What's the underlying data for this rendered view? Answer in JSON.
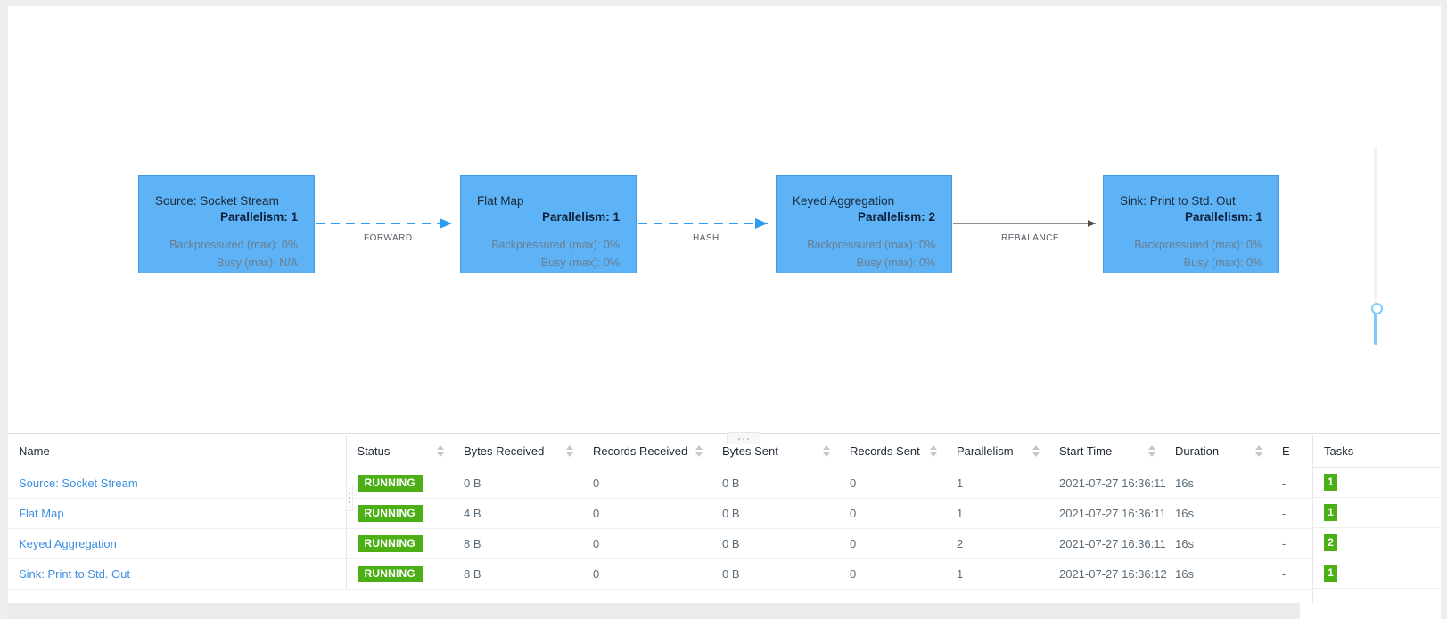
{
  "graph": {
    "nodes": [
      {
        "id": "source",
        "title": "Source: Socket Stream",
        "parallelism": "Parallelism: 1",
        "backpressure": "Backpressured (max): 0%",
        "busy": "Busy (max): N/A"
      },
      {
        "id": "flatmap",
        "title": "Flat Map",
        "parallelism": "Parallelism: 1",
        "backpressure": "Backpressured (max): 0%",
        "busy": "Busy (max): 0%"
      },
      {
        "id": "keyed",
        "title": "Keyed Aggregation",
        "parallelism": "Parallelism: 2",
        "backpressure": "Backpressured (max): 0%",
        "busy": "Busy (max): 0%"
      },
      {
        "id": "sink",
        "title": "Sink: Print to Std. Out",
        "parallelism": "Parallelism: 1",
        "backpressure": "Backpressured (max): 0%",
        "busy": "Busy (max): 0%"
      }
    ],
    "edges": [
      {
        "id": "e1",
        "label": "FORWARD",
        "style": "dashed",
        "color": "#2e9cf0"
      },
      {
        "id": "e2",
        "label": "HASH",
        "style": "dashed",
        "color": "#2e9cf0"
      },
      {
        "id": "e3",
        "label": "REBALANCE",
        "style": "solid",
        "color": "#555555"
      }
    ],
    "node_color": "#5db3f6",
    "node_border": "#3e9ae4"
  },
  "zoom_slider": {
    "name": "zoom-slider"
  },
  "splitter": {
    "name": "panel-splitter"
  },
  "table": {
    "columns": [
      {
        "key": "name",
        "label": "Name",
        "sortable": false
      },
      {
        "key": "status",
        "label": "Status",
        "sortable": true
      },
      {
        "key": "bytes_received",
        "label": "Bytes Received",
        "sortable": true
      },
      {
        "key": "records_received",
        "label": "Records Received",
        "sortable": true
      },
      {
        "key": "bytes_sent",
        "label": "Bytes Sent",
        "sortable": true
      },
      {
        "key": "records_sent",
        "label": "Records Sent",
        "sortable": true
      },
      {
        "key": "parallelism",
        "label": "Parallelism",
        "sortable": true
      },
      {
        "key": "start_time",
        "label": "Start Time",
        "sortable": true
      },
      {
        "key": "duration",
        "label": "Duration",
        "sortable": true
      },
      {
        "key": "end_time",
        "label": "E",
        "sortable": false
      },
      {
        "key": "tasks",
        "label": "Tasks",
        "sortable": false
      }
    ],
    "rows": [
      {
        "name": "Source: Socket Stream",
        "status": "RUNNING",
        "bytes_received": "0 B",
        "records_received": "0",
        "bytes_sent": "0 B",
        "records_sent": "0",
        "parallelism": "1",
        "start_time": "2021-07-27 16:36:11",
        "duration": "16s",
        "end_time": "-",
        "tasks": "1"
      },
      {
        "name": "Flat Map",
        "status": "RUNNING",
        "bytes_received": "4 B",
        "records_received": "0",
        "bytes_sent": "0 B",
        "records_sent": "0",
        "parallelism": "1",
        "start_time": "2021-07-27 16:36:11",
        "duration": "16s",
        "end_time": "-",
        "tasks": "1"
      },
      {
        "name": "Keyed Aggregation",
        "status": "RUNNING",
        "bytes_received": "8 B",
        "records_received": "0",
        "bytes_sent": "0 B",
        "records_sent": "0",
        "parallelism": "2",
        "start_time": "2021-07-27 16:36:11",
        "duration": "16s",
        "end_time": "-",
        "tasks": "2"
      },
      {
        "name": "Sink: Print to Std. Out",
        "status": "RUNNING",
        "bytes_received": "8 B",
        "records_received": "0",
        "bytes_sent": "0 B",
        "records_sent": "0",
        "parallelism": "1",
        "start_time": "2021-07-27 16:36:12",
        "duration": "16s",
        "end_time": "-",
        "tasks": "1"
      }
    ],
    "tasks_header": "Tasks"
  },
  "colors": {
    "status_green": "#4caf16",
    "link_blue": "#3b8fe0",
    "node_blue": "#5db3f6",
    "edge_blue": "#2e9cf0"
  }
}
